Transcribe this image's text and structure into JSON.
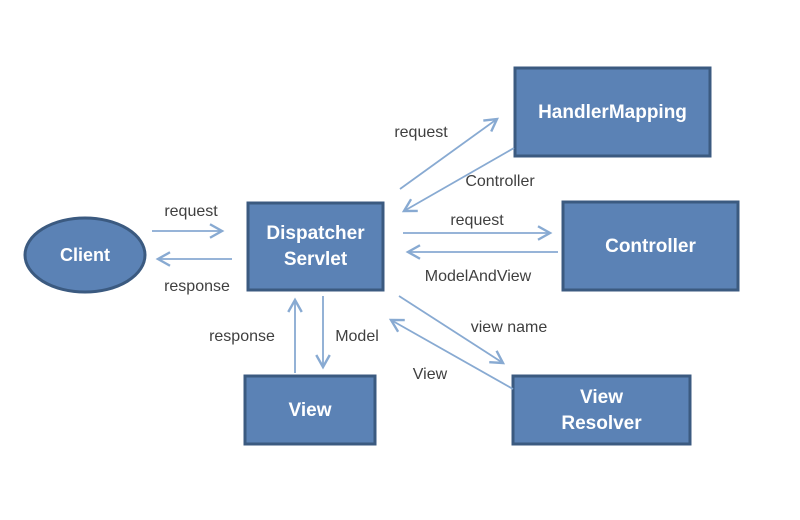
{
  "diagram": {
    "type": "flow-diagram",
    "subject": "Spring MVC request flow",
    "colors": {
      "node_fill": "#5b82b5",
      "node_border": "#3b5a80",
      "node_text": "#ffffff",
      "arrow": "#88aad2",
      "label": "#3f3f3f",
      "background": "#ffffff"
    },
    "nodes": {
      "client": {
        "label": "Client",
        "shape": "ellipse"
      },
      "dispatcher_servlet": {
        "line1": "Dispatcher",
        "line2": "Servlet",
        "shape": "rect"
      },
      "handler_mapping": {
        "label": "HandlerMapping",
        "shape": "rect"
      },
      "controller": {
        "label": "Controller",
        "shape": "rect"
      },
      "view": {
        "label": "View",
        "shape": "rect"
      },
      "view_resolver": {
        "line1": "View",
        "line2": "Resolver",
        "shape": "rect"
      }
    },
    "edges": {
      "client_to_dispatcher": {
        "label": "request"
      },
      "dispatcher_to_client": {
        "label": "response"
      },
      "dispatcher_to_handlermapping": {
        "label": "request"
      },
      "handlermapping_to_dispatcher": {
        "label": "Controller"
      },
      "dispatcher_to_controller": {
        "label": "request"
      },
      "controller_to_dispatcher": {
        "label": "ModelAndView"
      },
      "dispatcher_to_viewresolver": {
        "label": "view name"
      },
      "viewresolver_to_dispatcher": {
        "label": "View"
      },
      "dispatcher_to_view": {
        "label": "Model"
      },
      "view_to_dispatcher": {
        "label": "response"
      }
    }
  }
}
